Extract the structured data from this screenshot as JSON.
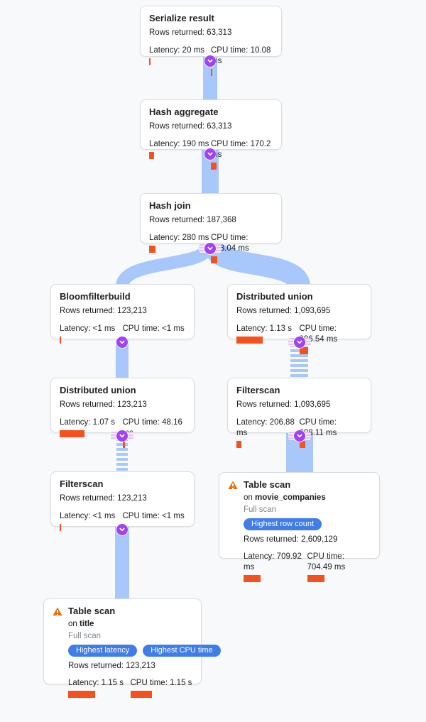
{
  "app": "query-execution-plan-visualizer",
  "colors": {
    "background": "#f8f9fa",
    "edge_blue": "#a8c7fa",
    "connector_purple": "#a142f4",
    "metric_bar_orange": "#f4511e",
    "badge_blue": "#3f7de8",
    "warning_orange": "#e8710a",
    "card_border": "#dadce0"
  },
  "icons": {
    "connector": "chevron-down-icon",
    "warning": "warning-triangle-icon"
  },
  "nodes": [
    {
      "id": "serialize_result",
      "title": "Serialize result",
      "rows": "Rows returned: 63,313",
      "latency": "Latency: 20 ms",
      "latency_bar": 2,
      "cpu": "CPU time: 10.08 ms",
      "cpu_bar": 2
    },
    {
      "id": "hash_aggregate",
      "title": "Hash aggregate",
      "rows": "Rows returned: 63,313",
      "latency": "Latency: 190 ms",
      "latency_bar": 7,
      "cpu": "CPU time: 170.2 ms",
      "cpu_bar": 8
    },
    {
      "id": "hash_join",
      "title": "Hash join",
      "rows": "Rows returned: 187,368",
      "latency": "Latency: 280 ms",
      "latency_bar": 9,
      "cpu": "CPU time: 253.04 ms",
      "cpu_bar": 9
    },
    {
      "id": "bloomfilterbuild",
      "title": "Bloomfilterbuild",
      "rows": "Rows returned: 123,213",
      "latency": "Latency: <1 ms",
      "latency_bar": 2,
      "cpu": "CPU time: <1 ms",
      "cpu_bar": 2
    },
    {
      "id": "distributed_union_right",
      "title": "Distributed union",
      "rows": "Rows returned: 1,093,695",
      "latency": "Latency: 1.13 s",
      "latency_bar": 37,
      "cpu": "CPU time: 286.54 ms",
      "cpu_bar": 12
    },
    {
      "id": "distributed_union_left",
      "title": "Distributed union",
      "rows": "Rows returned: 123,213",
      "latency": "Latency: 1.07 s",
      "latency_bar": 35,
      "cpu": "CPU time: 48.16 ms",
      "cpu_bar": 3
    },
    {
      "id": "filterscan_right",
      "title": "Filterscan",
      "rows": "Rows returned: 1,093,695",
      "latency": "Latency: 206.88 ms",
      "latency_bar": 7,
      "cpu": "CPU time: 208.11 ms",
      "cpu_bar": 8
    },
    {
      "id": "filterscan_left",
      "title": "Filterscan",
      "rows": "Rows returned: 123,213",
      "latency": "Latency: <1 ms",
      "latency_bar": 2,
      "cpu": "CPU time: <1 ms",
      "cpu_bar": 2
    },
    {
      "id": "table_scan_movie_companies",
      "title": "Table scan",
      "on_prefix": "on ",
      "table": "movie_companies",
      "scan": "Full scan",
      "badge1": "Highest row count",
      "rows": "Rows returned: 2,609,129",
      "latency": "Latency: 709.92 ms",
      "latency_bar": 24,
      "cpu": "CPU time: 704.49 ms",
      "cpu_bar": 24
    },
    {
      "id": "table_scan_title",
      "title": "Table scan",
      "on_prefix": "on ",
      "table": "title",
      "scan": "Full scan",
      "badge1": "Highest latency",
      "badge2": "Highest CPU time",
      "rows": "Rows returned: 123,213",
      "latency": "Latency: 1.15 s",
      "latency_bar": 38,
      "cpu": "CPU time: 1.15 s",
      "cpu_bar": 30
    }
  ],
  "edges": [
    {
      "from": "hash_aggregate",
      "to": "serialize_result",
      "style": "solid"
    },
    {
      "from": "hash_join",
      "to": "hash_aggregate",
      "style": "solid"
    },
    {
      "from": "bloomfilterbuild",
      "to": "hash_join",
      "style": "solid-curved"
    },
    {
      "from": "distributed_union_right",
      "to": "hash_join",
      "style": "solid-curved"
    },
    {
      "from": "distributed_union_left",
      "to": "bloomfilterbuild",
      "style": "solid"
    },
    {
      "from": "filterscan_right",
      "to": "distributed_union_right",
      "style": "striped"
    },
    {
      "from": "filterscan_left",
      "to": "distributed_union_left",
      "style": "striped"
    },
    {
      "from": "table_scan_movie_companies",
      "to": "filterscan_right",
      "style": "solid"
    },
    {
      "from": "table_scan_title",
      "to": "filterscan_left",
      "style": "solid"
    }
  ]
}
